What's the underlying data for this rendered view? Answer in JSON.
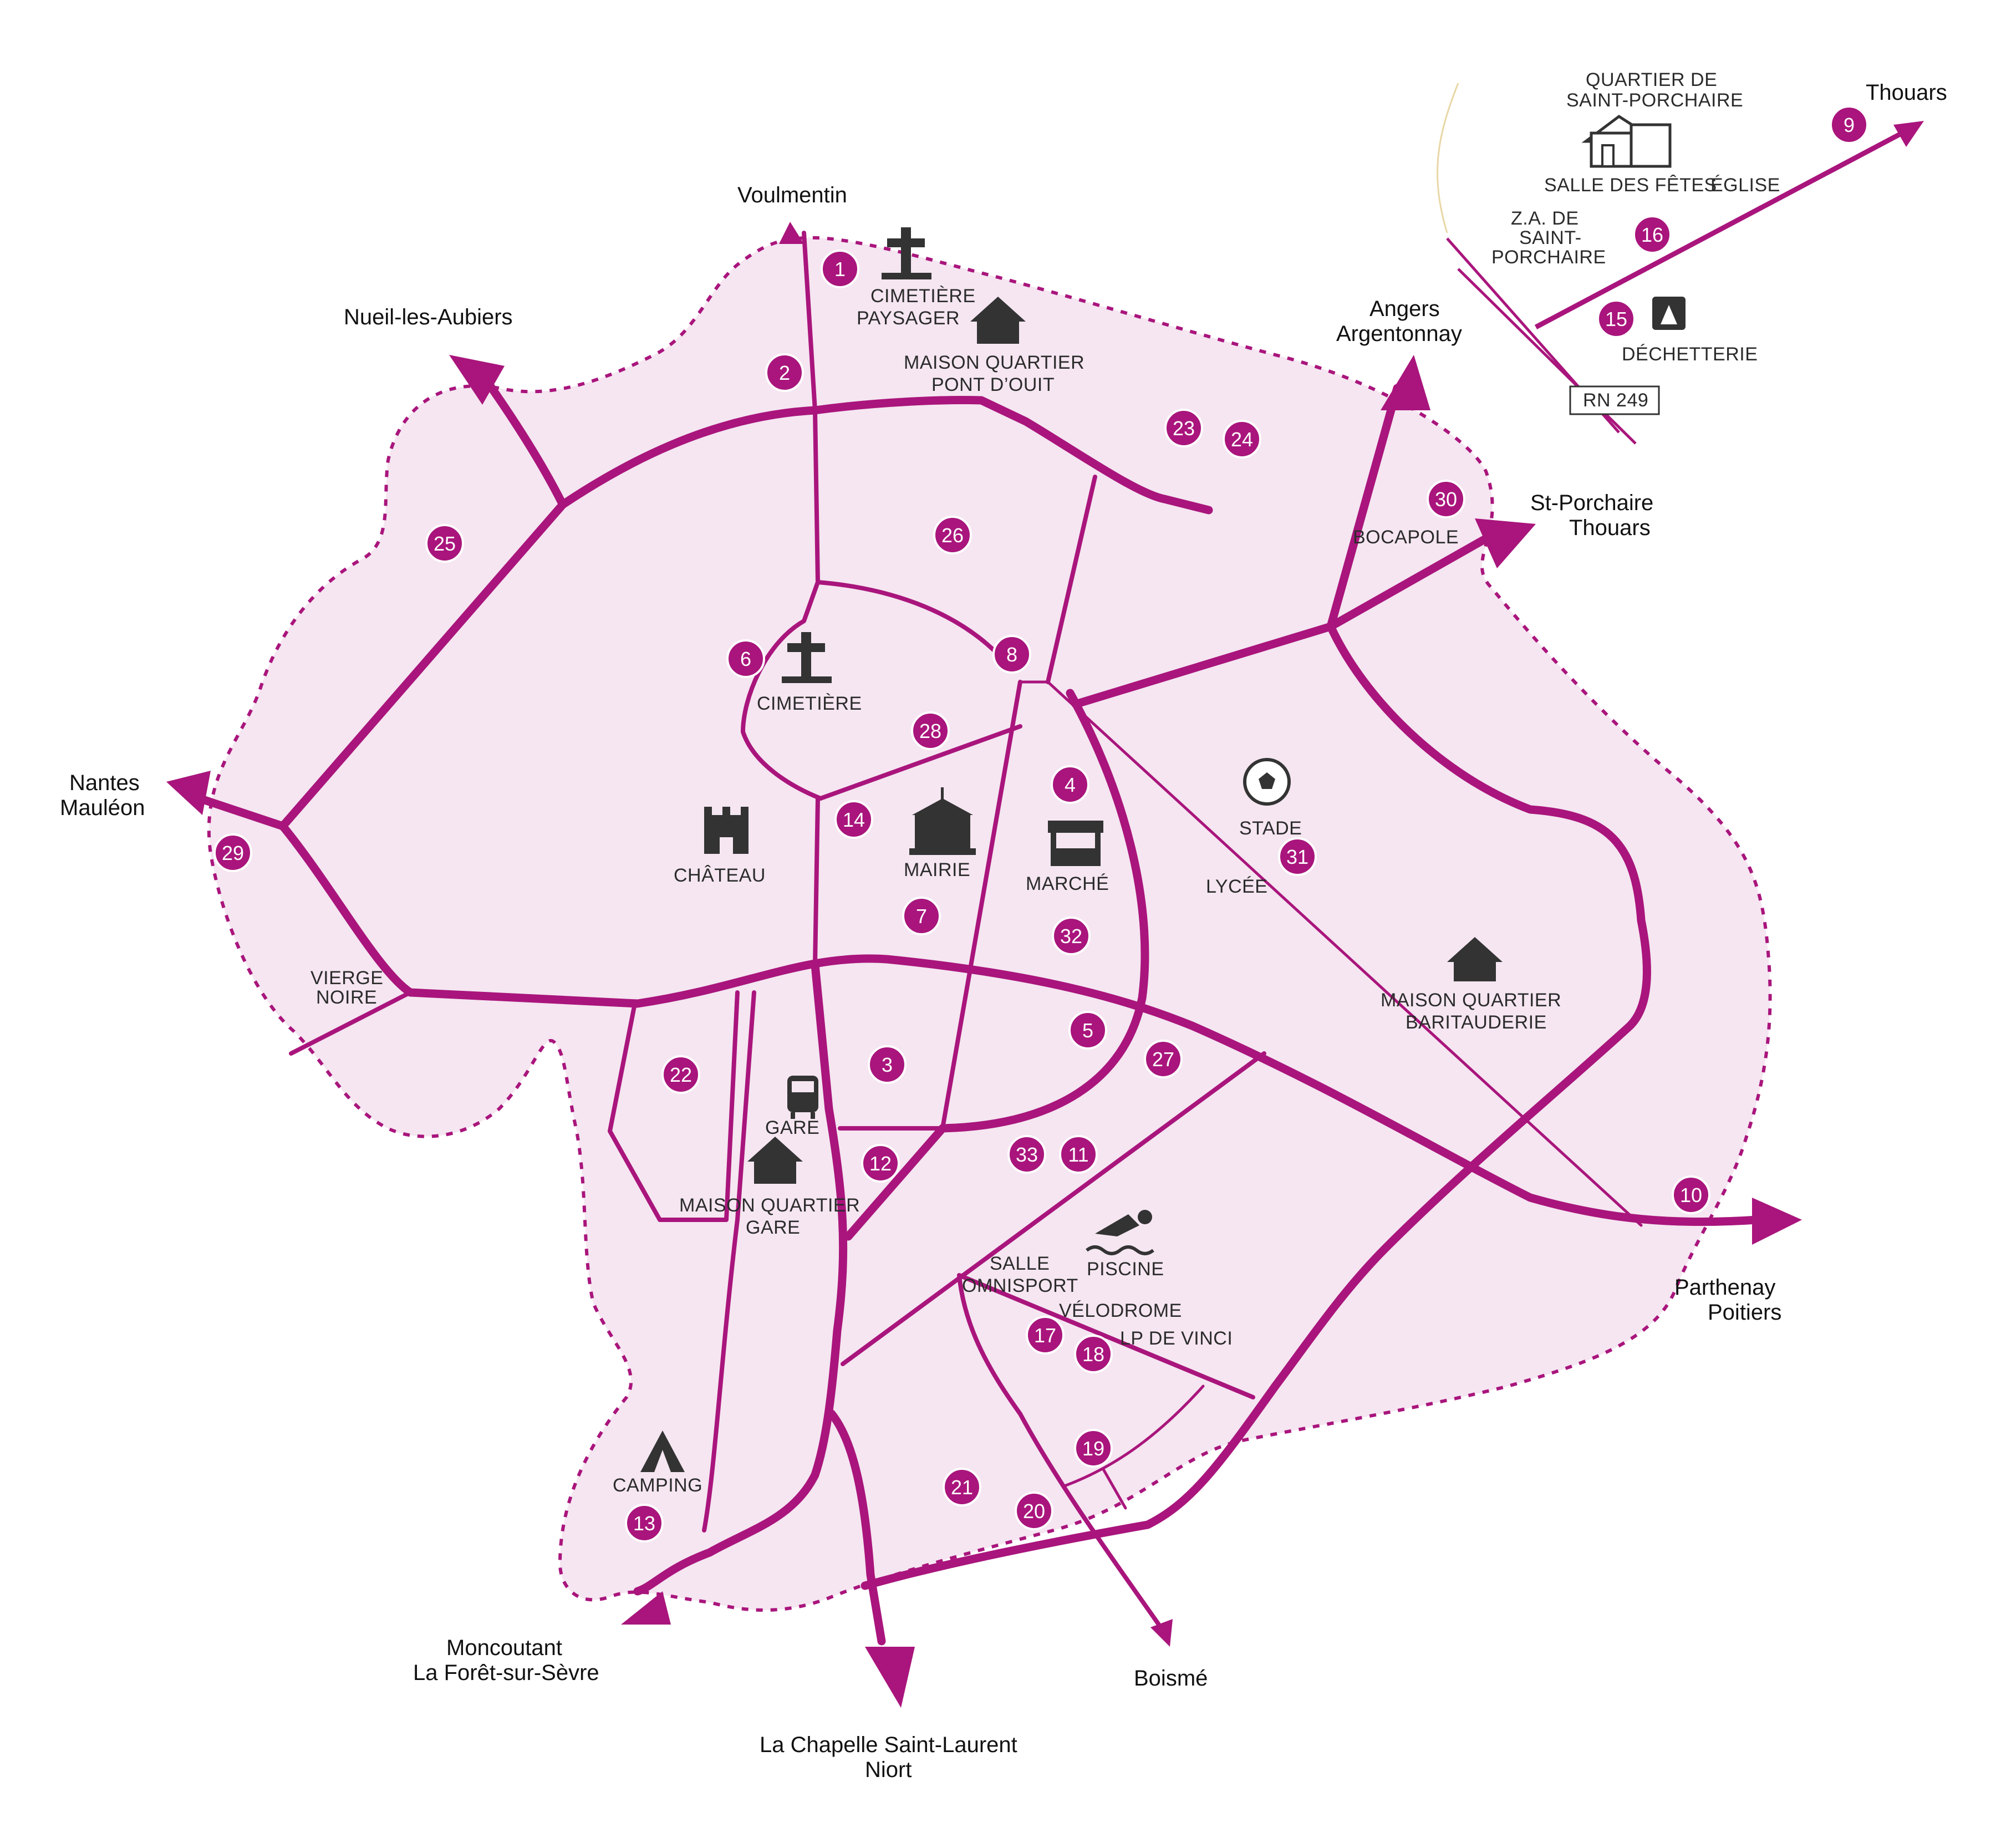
{
  "destinations": {
    "voulmentin": "Voulmentin",
    "nueil": "Nueil-les-Aubiers",
    "angers": [
      "Angers",
      "Argentonnay"
    ],
    "stporchaire": [
      "St-Porchaire",
      "Thouars"
    ],
    "nantes": [
      "Nantes",
      "Mauléon"
    ],
    "parthenay": [
      "Parthenay",
      "Poitiers"
    ],
    "moncoutant": [
      "Moncoutant",
      "La Forêt-sur-Sèvre"
    ],
    "lachapelle": [
      "La Chapelle Saint-Laurent",
      "Niort"
    ],
    "boisme": "Boismé",
    "thouars": "Thouars"
  },
  "places": {
    "cimetiere_paysager": [
      "CIMETIÈRE",
      "PAYSAGER"
    ],
    "maison_pont_douit": [
      "MAISON QUARTIER",
      "PONT D’OUIT"
    ],
    "bocapole": "BOCAPOLE",
    "cimetiere": "CIMETIÈRE",
    "chateau": "CHÂTEAU",
    "mairie": "MAIRIE",
    "marche": "MARCHÉ",
    "stade": "STADE",
    "lycee": "LYCÉE",
    "maison_baritauderie": [
      "MAISON QUARTIER",
      "BARITAUDERIE"
    ],
    "vierge_noire": [
      "VIERGE",
      "NOIRE"
    ],
    "gare": "GARE",
    "maison_gare": [
      "MAISON QUARTIER",
      "GARE"
    ],
    "salle_omnisport": [
      "SALLE",
      "OMNISPORT"
    ],
    "piscine": "PISCINE",
    "velodrome": "VÉLODROME",
    "lp_de_vinci": "LP DE VINCI",
    "camping": "CAMPING"
  },
  "inset": {
    "quartier": [
      "QUARTIER DE",
      "SAINT-PORCHAIRE"
    ],
    "salle_des_fetes": "SALLE DES FÊTES",
    "eglise": "ÉGLISE",
    "za": [
      "Z.A. DE",
      "SAINT-",
      "PORCHAIRE"
    ],
    "dechetterie": "DÉCHETTERIE",
    "rn": "RN 249"
  },
  "markers": [
    "1",
    "2",
    "3",
    "4",
    "5",
    "6",
    "7",
    "8",
    "9",
    "10",
    "11",
    "12",
    "13",
    "14",
    "15",
    "16",
    "17",
    "18",
    "19",
    "20",
    "21",
    "22",
    "23",
    "24",
    "25",
    "26",
    "27",
    "28",
    "29",
    "30",
    "31",
    "32",
    "33"
  ],
  "colors": {
    "road": "#a9157c",
    "area_fill": "#f5e6f1",
    "marker_fill": "#a9157c",
    "icon": "#333333"
  },
  "icons": [
    "cross-icon",
    "house-icon",
    "castle-icon",
    "town-hall-icon",
    "market-stall-icon",
    "soccer-ball-icon",
    "train-icon",
    "swimmer-icon",
    "tent-icon",
    "recycling-icon"
  ]
}
